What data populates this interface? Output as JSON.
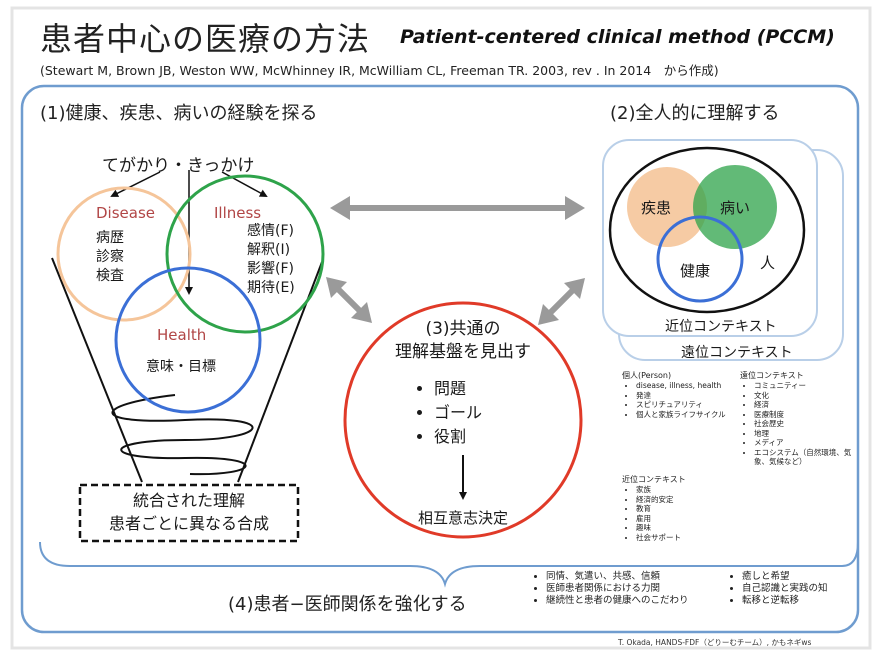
{
  "title": {
    "ja": "患者中心の医療の方法",
    "en": "Patient-centered clinical method (PCCM)",
    "citation": "(Stewart M, Brown JB, Weston WW, McWhinney IR, McWilliam CL, Freeman TR. 2003, rev . In 2014　から作成)"
  },
  "section1": {
    "heading": "(1)健康、疾患、病いの経験を探る",
    "trigger": "てがかり・きっかけ",
    "disease": {
      "label": "Disease",
      "items": [
        "病歴",
        "診察",
        "検査"
      ]
    },
    "illness": {
      "label": "Illness",
      "items": [
        "感情(F)",
        "解釈(I)",
        "影響(F)",
        "期待(E)"
      ]
    },
    "health": {
      "label": "Health",
      "items": "意味・目標"
    },
    "integrated": {
      "line1": "統合された理解",
      "line2": "患者ごとに異なる合成"
    }
  },
  "section2": {
    "heading": "(2)全人的に理解する",
    "disease": "疾患",
    "illness": "病い",
    "health": "健康",
    "person": "人",
    "proximal": "近位コンテキスト",
    "distal": "遠位コンテキスト",
    "person_col": {
      "title": "個人(Person)",
      "items": [
        "disease, illness, health",
        "発達",
        "スピリチュアリティ",
        "個人と家族ライフサイクル"
      ]
    },
    "proximal_col": {
      "title": "近位コンテキスト",
      "items": [
        "家族",
        "経済的安定",
        "教育",
        "雇用",
        "趣味",
        "社会サポート"
      ]
    },
    "distal_col": {
      "title": "遠位コンテキスト",
      "items": [
        "コミュニティー",
        "文化",
        "経済",
        "医療制度",
        "社会歴史",
        "地理",
        "メディア",
        "エコシステム（自然環境、気象、気候など）"
      ]
    }
  },
  "section3": {
    "line1": "(3)共通の",
    "line2": "理解基盤を見出す",
    "items": [
      "問題",
      "ゴール",
      "役割"
    ],
    "decision": "相互意志決定"
  },
  "section4": {
    "heading": "(4)患者−医師関係を強化する",
    "col1": [
      "同情、気遣い、共感、信頼",
      "医師患者関係における力関",
      "継続性と患者の健康へのこだわり"
    ],
    "col2": [
      "癒しと希望",
      "自己認識と実践の知",
      "転移と逆転移"
    ]
  },
  "credit": "T. Okada, HANDS-FDF（どりーむチーム）, かもネギws",
  "colors": {
    "frame": "#6f9ccf",
    "disease": "#f5c59a",
    "illness": "#2ea34a",
    "health": "#3b6fd6",
    "common": "#e03a28",
    "arrow": "#9a9a9a",
    "disease_label": "#b14646"
  }
}
